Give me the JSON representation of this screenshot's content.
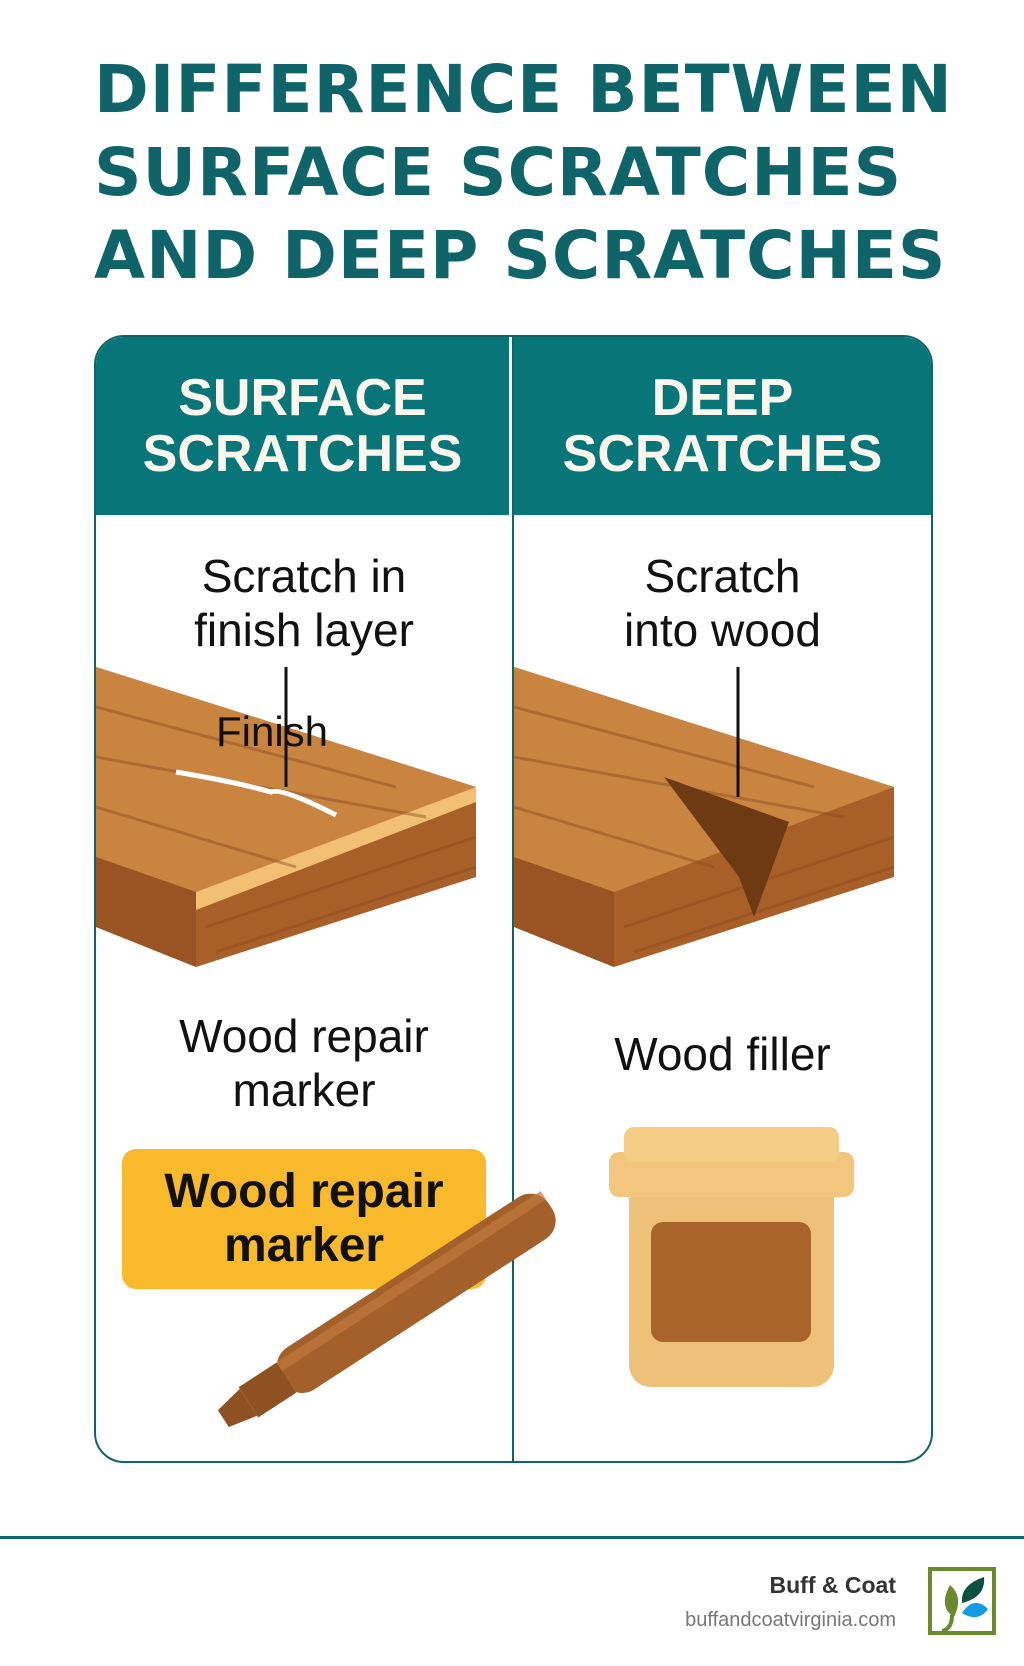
{
  "title": [
    "DIFFERENCE BETWEEN",
    "SURFACE SCRATCHES",
    "AND DEEP SCRATCHES"
  ],
  "left": {
    "header": [
      "SURFACE",
      "SCRATCHES"
    ],
    "caption": [
      "Scratch in",
      "finish layer"
    ],
    "finish_label": "Finish",
    "tool_label": [
      "Wood repair",
      "marker"
    ],
    "pill": [
      "Wood repair",
      "marker"
    ]
  },
  "right": {
    "header": [
      "DEEP",
      "SCRATCHES"
    ],
    "caption": [
      "Scratch",
      "into wood"
    ],
    "tool_label": "Wood filler"
  },
  "footer": {
    "brand": "Buff & Coat",
    "url": "buffandcoatvirginia.com"
  },
  "colors": {
    "teal": "#087579",
    "title": "#0f6469",
    "wood": "#c47d3b",
    "marker": "#f8b92a"
  }
}
